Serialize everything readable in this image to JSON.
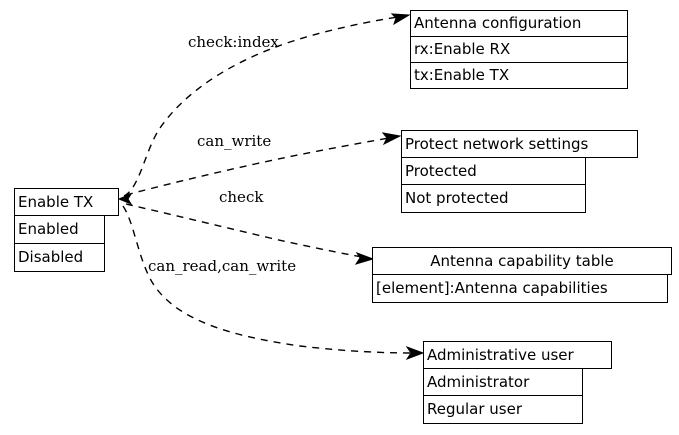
{
  "diagram": {
    "type": "uml-record-dependency-graph",
    "background_color": "#ffffff",
    "line_color": "#000000",
    "text_color": "#000000",
    "edge_style": "dashed-with-arrowhead",
    "source_node": {
      "id": "enable-tx",
      "header": "Enable TX",
      "rows": [
        "Enabled",
        "Disabled"
      ]
    },
    "target_nodes": [
      {
        "id": "antenna-configuration",
        "header": "Antenna configuration",
        "header_align": "left",
        "rows": [
          "rx:Enable RX",
          "tx:Enable TX"
        ]
      },
      {
        "id": "protect-network-settings",
        "header": "Protect network settings",
        "header_align": "left",
        "rows": [
          "Protected",
          "Not protected"
        ]
      },
      {
        "id": "antenna-capability-table",
        "header": "Antenna capability table",
        "header_align": "center",
        "rows": [
          "[element]:Antenna capabilities"
        ]
      },
      {
        "id": "administrative-user",
        "header": "Administrative user",
        "header_align": "left",
        "rows": [
          "Administrator",
          "Regular user"
        ]
      }
    ],
    "edges": [
      {
        "id": "edge-check-index",
        "label": "check:index",
        "from": "enable-tx",
        "to": "antenna-configuration"
      },
      {
        "id": "edge-can-write",
        "label": "can_write",
        "from": "enable-tx",
        "to": "protect-network-settings"
      },
      {
        "id": "edge-check",
        "label": "check",
        "from": "enable-tx",
        "to": "antenna-capability-table"
      },
      {
        "id": "edge-can-read-can-write",
        "label": "can_read,can_write",
        "from": "enable-tx",
        "to": "administrative-user"
      }
    ]
  }
}
